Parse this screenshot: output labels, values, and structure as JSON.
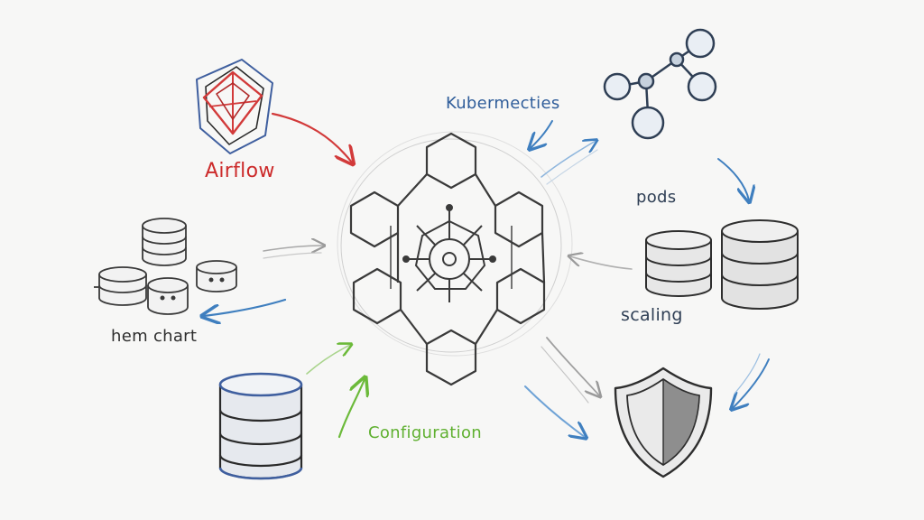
{
  "labels": {
    "airflow": "Airflow",
    "kubernetes": "Kubermecties",
    "pods": "pods",
    "scaling": "scaling",
    "helm_chart": "hem chart",
    "configuration": "Configuration"
  },
  "colors": {
    "background": "#f7f7f6",
    "ink": "#3a3a3a",
    "red": "#d23a3a",
    "blue": "#3f7fbf",
    "green": "#6cba3a",
    "k8s_text": "#2f5d9a",
    "config_text": "#5fb030",
    "airflow_text": "#cc2a2a"
  },
  "icons": [
    "airflow-logo-icon",
    "kubernetes-helm-wheel-icon",
    "molecule-network-icon",
    "database-cylinder-icon",
    "shield-icon"
  ]
}
